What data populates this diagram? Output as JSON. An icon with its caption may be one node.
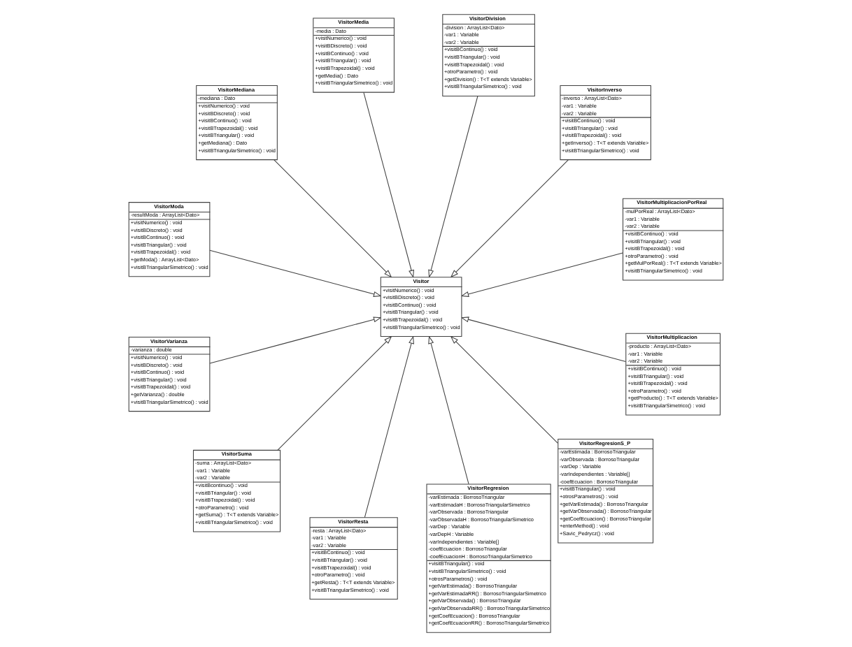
{
  "diagram": {
    "nodes": [
      {
        "text": [
          "VisitorMediana",
          "-mediana : Dato",
          "+visitNumerico() : void",
          "+visitBDiscreto() : void",
          "+visitBContinuo() : void",
          "+visitBTrapezoidal() : void",
          "+visitBTriangular() : void",
          "+getMediana() : Dato",
          "+visitBTriangularSimetrico() : void"
        ]
      },
      {
        "text": [
          "VisitorMedia",
          "-media : Dato",
          "+visitNumerico() : void",
          "+visitBDiscreto() : void",
          "+visitBContinuo() : void",
          "+visitBTriangular() : void",
          "+visitBTrapezoidal() : void",
          "+getMedia() : Dato",
          "+visitBTriangularSimetrico() : void"
        ]
      },
      {
        "text": [
          "VisitorDivision",
          "-division : ArrayList<Dato>",
          "-var1 : Variable",
          "-var2 : Variable",
          "+visitBContinuo() : void",
          "+visitBTriangular() : void",
          "+visitBTrapezoidal() : void",
          "+otroParametro() : void",
          "+getDivision() : T<T extends Variable>",
          "+visitBTriangularSimetrico() : void"
        ]
      },
      {
        "text": [
          "VisitorModa",
          "-resultModa : ArrayList<Dato>",
          "+visitNumerico() : void",
          "+visitBDiscreto() : void",
          "+visitBContinuo() : void",
          "+visitBTriangular() : void",
          "+visitBTrapezoidal() : void",
          "+getModa() : ArrayList<Dato>",
          "+visitBTriangularSimetrico() : void"
        ]
      },
      {
        "text": [
          "VisitorInverso",
          "-inverso : ArrayList<Dato>",
          "-var1 : Variable",
          "-var2 : Variable",
          "+visitBContinuo() : void",
          "+visitBTriangular() : void",
          "+visitBTrapezoidal() : void",
          "+getInverso() : T<T extends Variable>",
          "+visitBTriangularSimetrico() : void"
        ]
      },
      {
        "text": [
          "VisitorVarianza",
          "-varianza : double",
          "+visitNumerico() : void",
          "+visitBDiscreto() : void",
          "+visitBContinuo() : void",
          "+visitBTriangular() : void",
          "+visitBTrapezoidal() : void",
          "+getVarianza() : double",
          "+visitBTriangularSimetrico() : void"
        ]
      },
      {
        "text": [
          "VisitorMultiplicacionPorReal",
          "-mulPorReal : ArrayList<Dato>",
          "-var1 : Variable",
          "-var2 : Variable",
          "+visitBContinuo() : void",
          "+visitBTriangular() : void",
          "+visitBTrapezoidal() : void",
          "+otroParametro() : void",
          "+getMulPorReal() : T<T extends Variable>",
          "+visitBTriangularSimetrico() : void"
        ]
      },
      {
        "text": [
          "Visitor",
          "+visitNumerico() : void",
          "+visitBDiscreto() : void",
          "+visitBContinuo() : void",
          "+visitBTriangular() : void",
          "+visitBTrapezoidal() : void",
          "+visitBTriangularSimetrico() : void"
        ]
      },
      {
        "text": [
          "VisitorSuma",
          "-suma : ArrayList<Dato>",
          "-var1 : Variable",
          "-var2 : Variable",
          "+visitBcontinuo() : void",
          "+visitBTriangular() : void",
          "+visitBTrapezoidal() : void",
          "+otroParametro() : void",
          "+getSuma() : T<T extends Variable>",
          "+visitBTriangularSimetrico() : void"
        ]
      },
      {
        "text": [
          "VisitorMultiplicacion",
          "-producto : ArrayList<Dato>",
          "-var1 : Variable",
          "-var2 : Variable",
          "+visitBContinuo() : void",
          "+visitBTriangular() : void",
          "+visitBTrapezoidal() : void",
          "+otroParametro() : void",
          "+getProducto() : T<T extends Variable>",
          "+visitBTriangularSimetrico() : void"
        ]
      },
      {
        "text": [
          "VisitorRegresion",
          "-varEstimada : BorrosoTriangular",
          "-varEstimadaH : BorrosoTriangularSimetrico",
          "-varObservada : BorrosoTriangular",
          "-varObservadaH : BorrosoTriangularSimetrico",
          "-varDep : Variable",
          "-varDepH : Variable",
          "-varIndependientes : Variable[]",
          "-coefEcuacion : BorrosoTriangular",
          "-coefEcuacionH : BorrosoTriangularSimetrico",
          "+visitBTriangular() : void",
          "+visitBTriangularSimetrico() : void",
          "+otrosParametros() : void",
          "+getVarEstimada() : BorrosoTriangular",
          "+getVarEstimadaRR() : BorrosoTriangularSimetrico",
          "+getVarObservada() : BorrosoTriangular",
          "+getVarObservadaRR() : BorrosoTriangularSimetrico",
          "+getCoefEcuacion() : BorrosoTriangular",
          "+getCoefEcuacionRR() : BorrosoTriangularSimetrico"
        ]
      },
      {
        "text": [
          "VisitorRegresionS_P",
          "-varEstimada : BorrosoTriangular",
          "-varObservada : BorrosoTriangular",
          "-varDep : Variable",
          "-varIndependientes : Variable[]",
          "-coefEcuacion : BorrosoTriangular",
          "+visitBTriangular() : void",
          "+otrosParametros() : void",
          "+getVarEstimada() : BorrosoTriangular",
          "+getVarObservada() : BorrosoTriangular",
          "+getCoefEcuacion() : BorrosoTriangular",
          "+enterMethod() : void",
          "+Savic_Pedrycz() : void"
        ]
      },
      {
        "text": [
          "VisitorResta",
          "-resta : ArrayList<Dato>",
          "-var1 : Variable",
          "-var2 : Variable",
          "+visitBContinuo() : void",
          "+visitBTriangular() : void",
          "+visitBTrapezoidal() : void",
          "+otroParametro() : void",
          "+getResta() : T<T extends Variable>",
          "+visitBTriangularSimetrico() : void"
        ]
      }
    ],
    "edges": [
      {
        "from": 0,
        "to": 7,
        "arrow": "to"
      },
      {
        "from": 1,
        "to": 7,
        "arrow": "to"
      },
      {
        "from": 2,
        "to": 7,
        "arrow": "to"
      },
      {
        "from": 3,
        "to": 7,
        "arrow": "to"
      },
      {
        "from": 4,
        "to": 7,
        "arrow": "to"
      },
      {
        "from": 5,
        "to": 7,
        "arrow": "to"
      },
      {
        "from": 6,
        "to": 7,
        "arrow": "to"
      },
      {
        "from": 8,
        "to": 7,
        "arrow": "to"
      },
      {
        "from": 9,
        "to": 7,
        "arrow": "to"
      },
      {
        "from": 10,
        "to": 7,
        "arrow": "to"
      },
      {
        "from": 11,
        "to": 7,
        "arrow": "to"
      },
      {
        "from": 12,
        "to": 7,
        "arrow": "to"
      }
    ]
  }
}
